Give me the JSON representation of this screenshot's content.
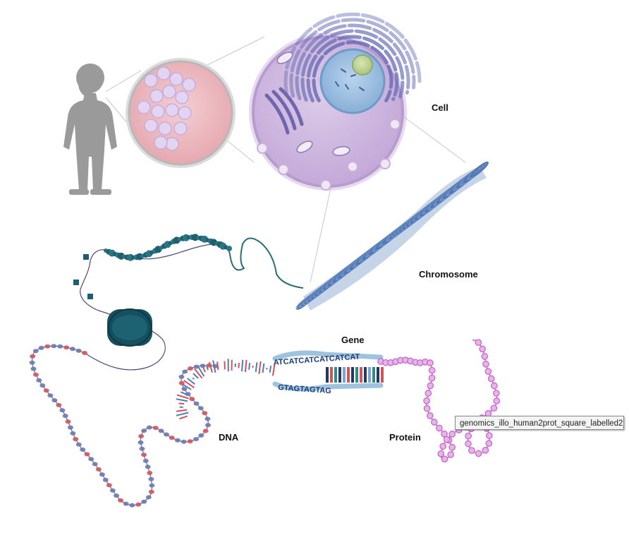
{
  "labels": {
    "cell": "Cell",
    "chromosome": "Chromosome",
    "gene": "Gene",
    "dna": "DNA",
    "protein": "Protein"
  },
  "gene_strand_top": "ATCATCATCATCATCAT",
  "gene_strand_bottom": "GTAGTAGTAG",
  "tooltip": "genomics_illo_human2prot_square_labelled2_",
  "colors": {
    "human": "#9a9a9a",
    "tissue": "#e8b7bd",
    "cell": "#cfb8df",
    "nucleus": "#8fb7de",
    "chromosome": "#5a7fb8",
    "chromatin": "#1e5f6e",
    "dna_blue": "#4a7fb8",
    "dna_red": "#d3535a",
    "protein": "#c46ac8"
  },
  "icons": [
    "human-silhouette-icon",
    "tissue-magnifier-icon",
    "cell-icon",
    "chromosome-icon",
    "nucleosome-icon",
    "dna-helix-icon",
    "protein-chain-icon"
  ]
}
